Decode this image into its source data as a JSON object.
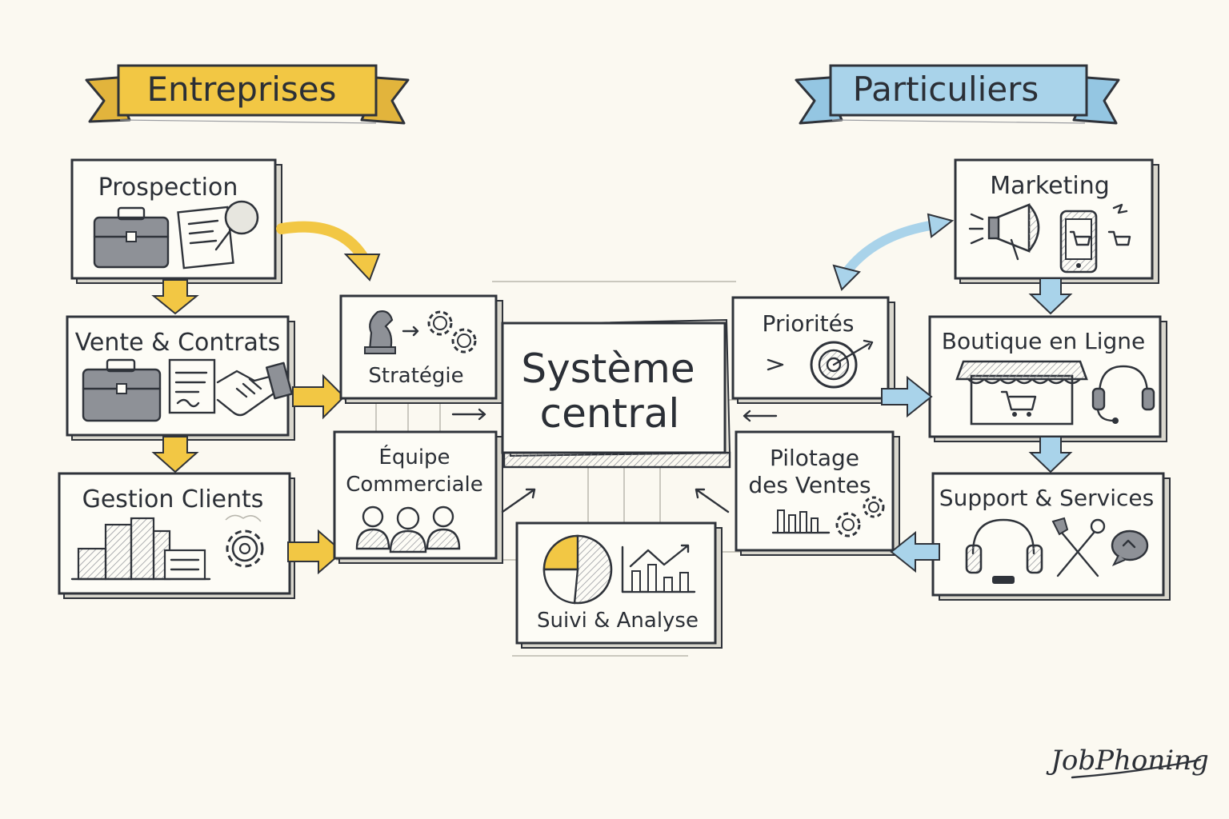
{
  "headers": {
    "left": "Entreprises",
    "right": "Particuliers"
  },
  "center": {
    "line1": "Système",
    "line2": "central"
  },
  "left_column": [
    {
      "label": "Prospection"
    },
    {
      "label": "Vente & Contrats"
    },
    {
      "label": "Gestion Clients"
    }
  ],
  "inner_left": [
    {
      "label": "Stratégie"
    },
    {
      "line1": "Équipe",
      "line2": "Commerciale"
    }
  ],
  "inner_right": [
    {
      "label": "Priorités"
    },
    {
      "line1": "Pilotage",
      "line2": "des Ventes"
    }
  ],
  "bottom": {
    "label": "Suivi & Analyse"
  },
  "right_column": [
    {
      "label": "Marketing"
    },
    {
      "label": "Boutique en Ligne"
    },
    {
      "label": "Support & Services"
    }
  ],
  "brand": "JobPhoning",
  "colors": {
    "accent_left": "#f2c744",
    "accent_right": "#a9d3ea",
    "ink": "#2f333a",
    "paper": "#fbf9f1"
  },
  "icons": {
    "prospection": [
      "briefcase-icon",
      "document-magnifier-icon"
    ],
    "vente": [
      "briefcase-icon",
      "contract-icon",
      "handshake-icon"
    ],
    "gestion": [
      "buildings-icon",
      "gear-icon"
    ],
    "strategie": [
      "chess-knight-icon",
      "gears-icon"
    ],
    "equipe": [
      "team-people-icon"
    ],
    "priorites": [
      "target-arrow-icon"
    ],
    "pilotage": [
      "bar-chart-icon",
      "gears-icon"
    ],
    "suivi": [
      "pie-chart-icon",
      "line-bar-chart-icon"
    ],
    "marketing": [
      "megaphone-icon",
      "smartphone-cart-icon"
    ],
    "boutique": [
      "storefront-icon",
      "headset-icon"
    ],
    "support": [
      "headset-icon",
      "tools-icon",
      "chat-bubble-icon"
    ]
  }
}
